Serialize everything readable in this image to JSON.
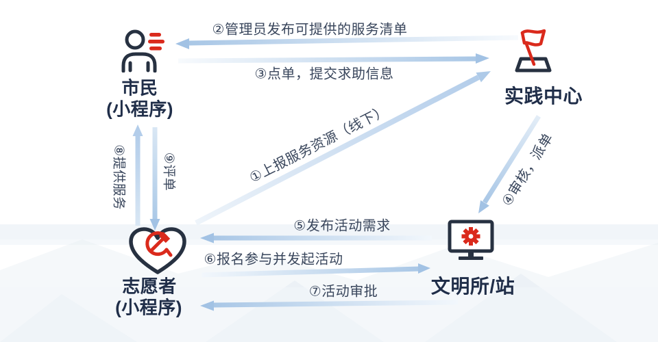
{
  "diagram": {
    "nodes": {
      "citizen": {
        "name": "市民",
        "subtitle": "(小程序)",
        "icon": "person-with-list-icon"
      },
      "practice_center": {
        "name": "实践中心",
        "icon": "flag-on-stand-icon"
      },
      "volunteer": {
        "name": "志愿者",
        "subtitle": "(小程序)",
        "icon": "heart-hammer-sickle-icon"
      },
      "civilization_station": {
        "name": "文明所/站",
        "icon": "monitor-gear-icon"
      }
    },
    "flows": {
      "f1": {
        "label": "①上报服务资源（线下）",
        "from": "志愿者",
        "to": "实践中心"
      },
      "f2": {
        "label": "②管理员发布可提供的服务清单",
        "from": "实践中心",
        "to": "市民"
      },
      "f3": {
        "label": "③点单，提交求助信息",
        "from": "市民",
        "to": "实践中心"
      },
      "f4": {
        "label": "④审核，派单",
        "from": "实践中心",
        "to": "文明所/站"
      },
      "f5": {
        "label": "⑤发布活动需求",
        "from": "文明所/站",
        "to": "志愿者"
      },
      "f6": {
        "label": "⑥报名参与并发起活动",
        "from": "志愿者",
        "to": "文明所/站"
      },
      "f7": {
        "label": "⑦活动审批",
        "from": "文明所/站",
        "to": "志愿者"
      },
      "f8": {
        "label": "⑧提供服务",
        "from": "志愿者",
        "to": "市民"
      },
      "f9": {
        "label": "⑨评单",
        "from": "市民",
        "to": "志愿者"
      }
    },
    "colors": {
      "icon_dark": "#273141",
      "accent_red": "#da2a1c",
      "arrow_blue": "#a9c7e6",
      "label_text": "#39465c",
      "node_text": "#202e49"
    }
  }
}
